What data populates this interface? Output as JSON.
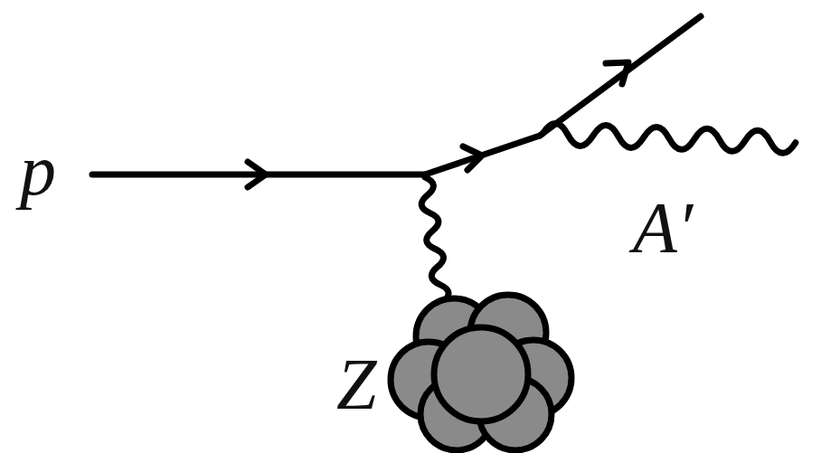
{
  "diagram": {
    "labels": [
      "p",
      "A′",
      "Z"
    ]
  }
}
